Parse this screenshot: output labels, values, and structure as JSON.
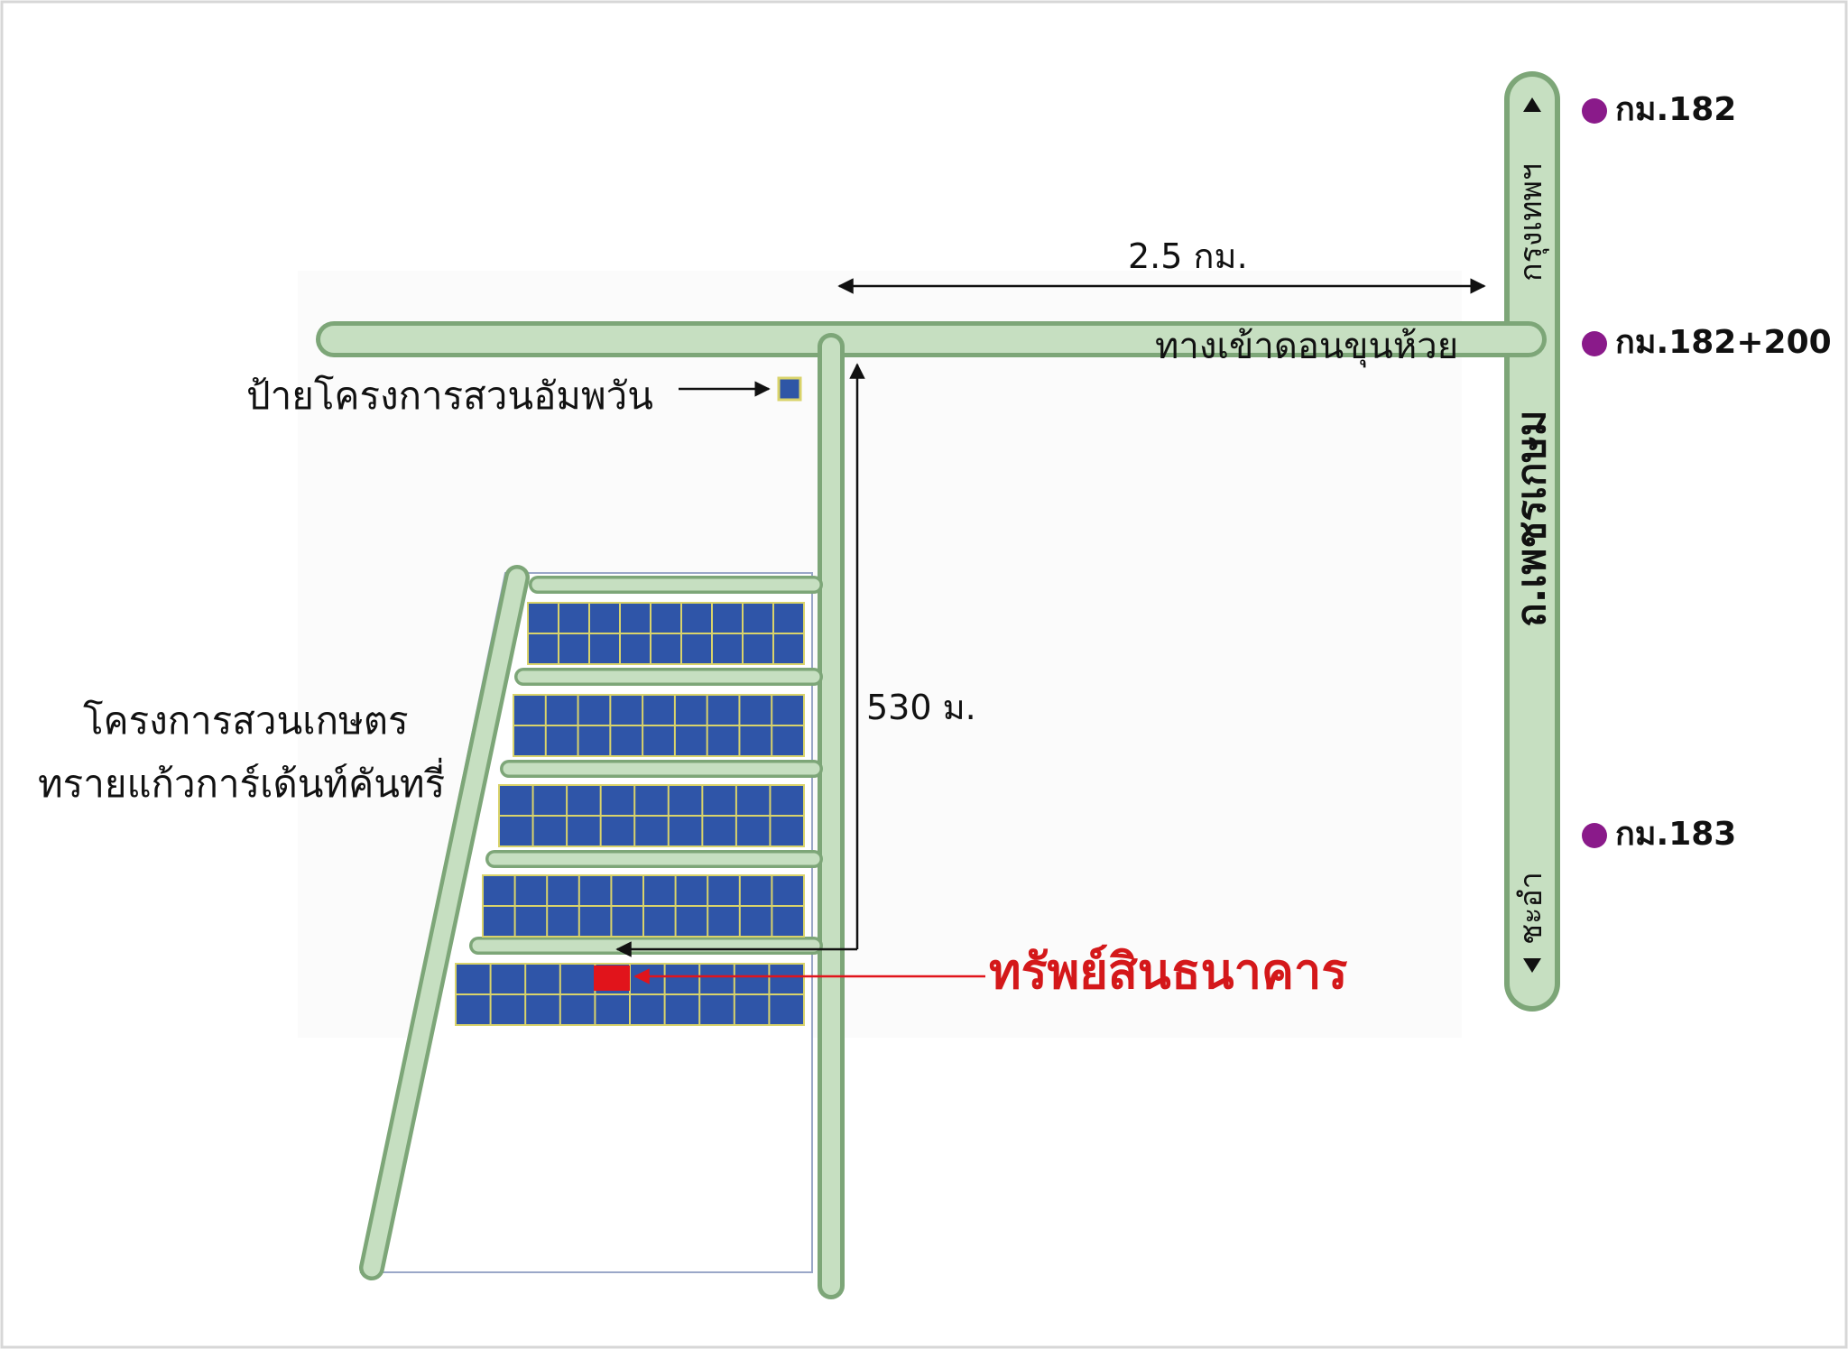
{
  "distances": {
    "horizontal": "2.5 กม.",
    "vertical": "530 ม."
  },
  "roads": {
    "side_road": "ทางเข้าดอนขุนห้วย",
    "highway": "ถ.เพชรเกษม",
    "to_north": "กรุงเทพฯ",
    "to_south": "ชะอำ"
  },
  "km_markers": [
    "กม.182",
    "กม.182+200",
    "กม.183"
  ],
  "labels": {
    "project_sign": "ป้ายโครงการสวนอัมพวัน",
    "project_name_line1": "โครงการสวนเกษตร",
    "project_name_line2": "ทรายแก้วการ์เด้นท์คันทรี่",
    "bank_asset": "ทรัพย์สินธนาคาร"
  },
  "colors": {
    "road_fill": "#c6dfc1",
    "road_edge": "#7da678",
    "plot_blue": "#2f55a8",
    "plot_grid": "#d9d36a",
    "marker_purple": "#8a1a8a",
    "asset_red": "#e1141b",
    "sign_blue": "#2e56a6"
  }
}
